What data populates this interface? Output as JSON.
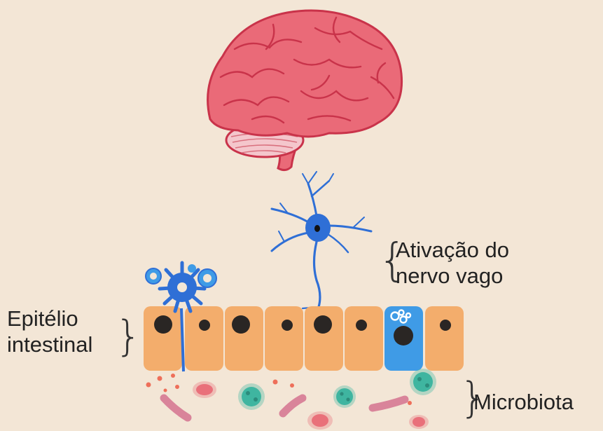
{
  "labels": {
    "vagus": [
      "Ativação do",
      "nervo vago"
    ],
    "epithelium": [
      "Epitélio",
      "intestinal"
    ],
    "microbiota": "Microbiota"
  },
  "colors": {
    "background": "#f3e6d6",
    "brain": "#ea6a78",
    "brain_outline": "#c9334a",
    "cerebellum": "#f4c6cc",
    "neuron": "#2f6fd6",
    "cell_orange": "#f3ad6c",
    "cell_blue": "#3f9be6",
    "nucleus": "#2a2624",
    "bacteria_pink": "#d9849a",
    "bacteria_teal": "#3fb5a0",
    "bacteria_red": "#e9707a"
  },
  "icons": {
    "brain": "brain-icon",
    "neuron": "neuron-icon",
    "immune_cell": "dendritic-cell-icon",
    "goblet_cell": "goblet-cell-icon"
  }
}
